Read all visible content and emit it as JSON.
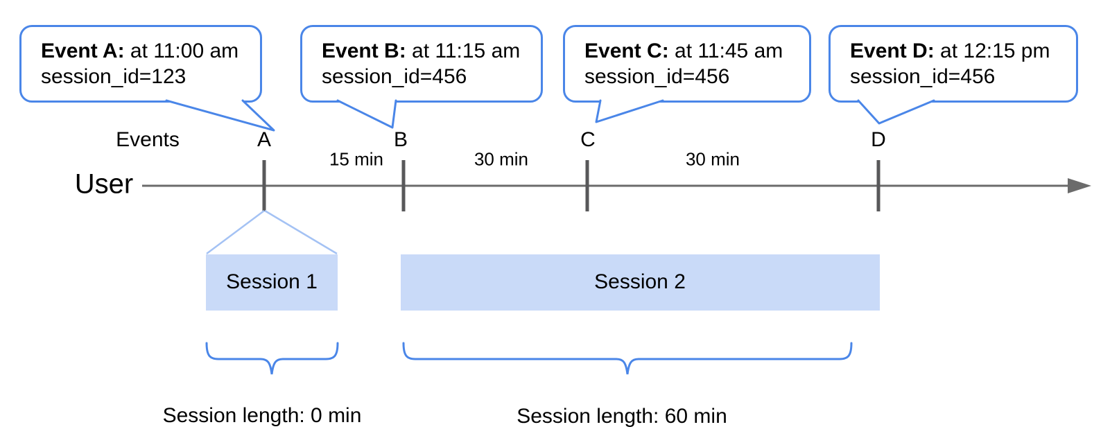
{
  "colors": {
    "accent_blue": "#4a86e8",
    "funnel_light_blue": "#a4c2f4",
    "session_fill_blue": "#c9daf8",
    "axis_gray": "#6b6b6b",
    "tick_gray": "#58585a",
    "text_black": "#000000"
  },
  "callouts": [
    {
      "event_label": "Event A:",
      "time_text": "at 11:00 am",
      "session_text": "session_id=123"
    },
    {
      "event_label": "Event B:",
      "time_text": "at 11:15 am",
      "session_text": "session_id=456"
    },
    {
      "event_label": "Event C:",
      "time_text": "at 11:45 am",
      "session_text": "session_id=456"
    },
    {
      "event_label": "Event D:",
      "time_text": "at 12:15 pm",
      "session_text": "session_id=456"
    }
  ],
  "timeline": {
    "events_row_label": "Events",
    "axis_label": "User",
    "markers": [
      "A",
      "B",
      "C",
      "D"
    ],
    "intervals": [
      "15 min",
      "30 min",
      "30 min"
    ]
  },
  "sessions": [
    {
      "label": "Session 1",
      "length_label": "Session length: 0 min"
    },
    {
      "label": "Session 2",
      "length_label": "Session length: 60 min"
    }
  ]
}
